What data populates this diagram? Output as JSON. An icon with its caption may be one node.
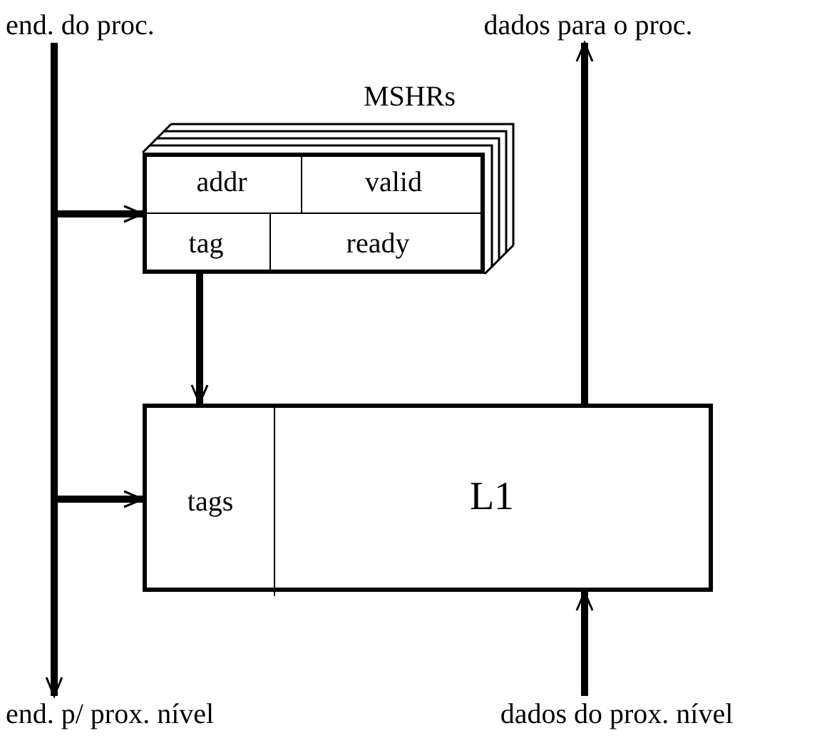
{
  "diagram": {
    "nodes": [
      {
        "text": [
          "end. do proc."
        ]
      },
      {
        "text": [
          "dados para o proc."
        ]
      },
      {
        "text": [
          "MSHRs"
        ]
      },
      {
        "text": [
          "addr"
        ],
        "in": 2
      },
      {
        "text": [
          "valid"
        ],
        "in": 2
      },
      {
        "text": [
          "tag"
        ],
        "in": 2
      },
      {
        "text": [
          "ready"
        ],
        "in": 2
      },
      {
        "text": [
          "L1"
        ]
      },
      {
        "text": [
          "tags"
        ],
        "in": 7
      },
      {
        "text": [
          "end. p/ prox. nível"
        ]
      },
      {
        "text": [
          "dados do prox. nível"
        ]
      }
    ],
    "edges": [
      {
        "from": 0,
        "to": 9,
        "arrow": "to"
      },
      {
        "from": 0,
        "to": 2,
        "arrow": "to"
      },
      {
        "from": 0,
        "to": 8,
        "arrow": "to"
      },
      {
        "from": 5,
        "to": 8,
        "arrow": "to"
      },
      {
        "from": 7,
        "to": 1,
        "arrow": "to"
      },
      {
        "from": 10,
        "to": 7,
        "arrow": "to"
      }
    ]
  }
}
